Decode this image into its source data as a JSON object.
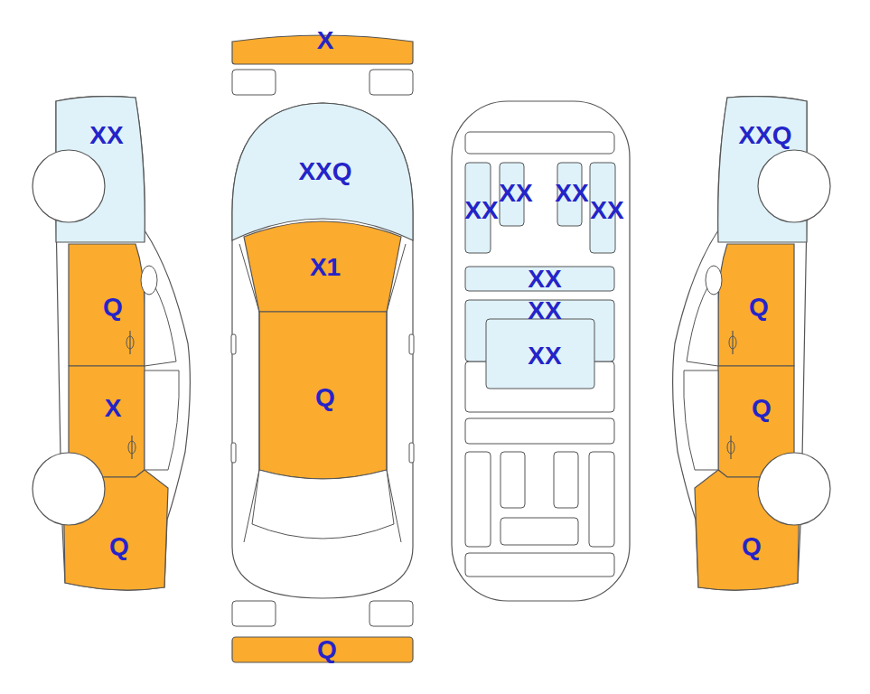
{
  "diagram": {
    "labels": [
      "X",
      "XX",
      "Q",
      "X",
      "Q",
      "XXQ",
      "X1",
      "Q",
      "Q",
      "XX",
      "XX",
      "XX",
      "XX",
      "XX",
      "XX",
      "XX",
      "XXQ",
      "Q",
      "Q",
      "Q"
    ]
  }
}
